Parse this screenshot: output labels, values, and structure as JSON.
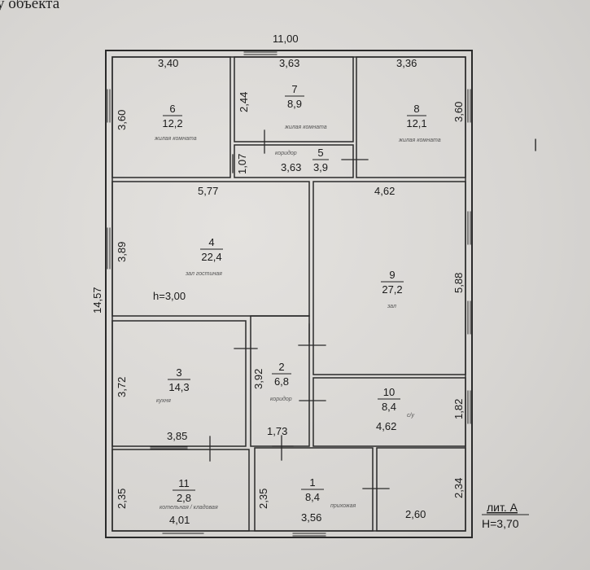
{
  "header": {
    "text": "у объекта"
  },
  "overall": {
    "width": "11,00",
    "height": "14,57",
    "ceiling": "h=3,00"
  },
  "liter": {
    "name": "лит. А",
    "height": "Н=3,70"
  },
  "side_mark": "|",
  "rooms": [
    {
      "num": "6",
      "area": "12,2",
      "label": "жилая комната",
      "w": "3,40",
      "h": "3,60"
    },
    {
      "num": "7",
      "area": "8,9",
      "label": "жилая комната",
      "w": "3,63",
      "h": "2,44"
    },
    {
      "num": "8",
      "area": "12,1",
      "label": "жилая комната",
      "w": "3,36",
      "h": "3,60"
    },
    {
      "num": "5",
      "area": "3,9",
      "label": "коридор",
      "w": "3,63",
      "h": "1,07"
    },
    {
      "num": "4",
      "area": "22,4",
      "label": "зал гостиная",
      "w": "5,77",
      "h": "3,89"
    },
    {
      "num": "9",
      "area": "27,2",
      "label": "зал",
      "w": "4,62",
      "h": "5,88"
    },
    {
      "num": "3",
      "area": "14,3",
      "label": "кухня",
      "w": "3,85",
      "h": "3,72"
    },
    {
      "num": "2",
      "area": "6,8",
      "label": "коридор",
      "w": "1,73",
      "h": "3,92"
    },
    {
      "num": "10",
      "area": "8,4",
      "label": "с/у",
      "w": "4,62",
      "h": "1,82"
    },
    {
      "num": "11",
      "area": "2,8",
      "label": "котельная / кладовая",
      "w": "4,01",
      "h": "2,35"
    },
    {
      "num": "1",
      "area": "8,4",
      "label": "прихожая",
      "w": "3,56",
      "h": "2,35"
    },
    {
      "num": "",
      "area": "",
      "label": "",
      "w": "2,60",
      "h": "2,34"
    }
  ]
}
